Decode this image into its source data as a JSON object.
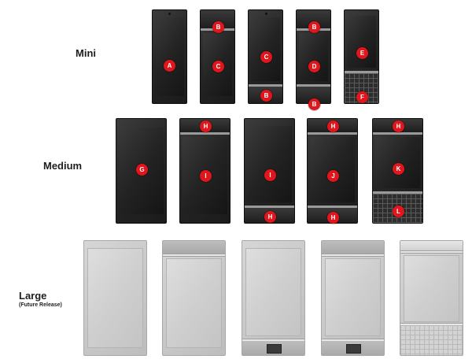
{
  "rows": {
    "mini": {
      "label": "Mini"
    },
    "medium": {
      "label": "Medium"
    },
    "large": {
      "label": "Large",
      "sublabel": "(Future Release)"
    }
  },
  "modules": {
    "A": "A",
    "B": "B",
    "C": "C",
    "D": "D",
    "E": "E",
    "F": "F",
    "G": "G",
    "H": "H",
    "I": "I",
    "J": "J",
    "K": "K",
    "L": "L"
  },
  "colors": {
    "badge": "#e0161c",
    "dark_frame": "#1b1b1b",
    "light_frame": "#c9c9c9"
  }
}
